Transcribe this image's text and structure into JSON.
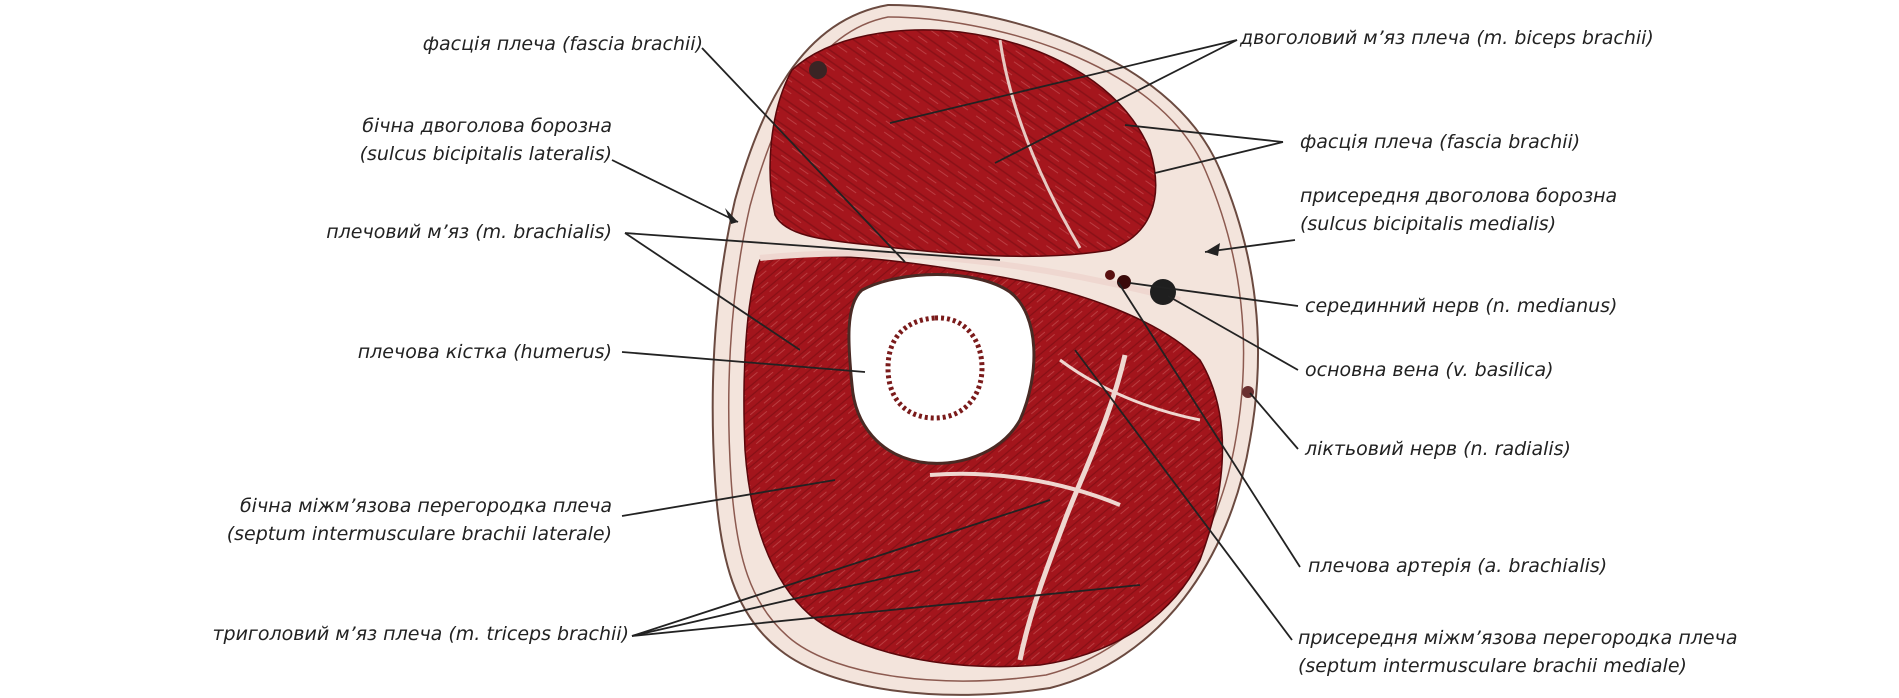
{
  "labels": {
    "fascia_left": "фасція плеча (fascia brachii)",
    "sulcus_lat_1": "бічна двоголова борозна",
    "sulcus_lat_2": "(sulcus bicipitalis lateralis)",
    "brachialis": "плечовий м’яз (m. brachialis)",
    "humerus": "плечова кістка (humerus)",
    "septum_lat_1": "бічна міжм’язова перегородка плеча",
    "septum_lat_2": "(septum intermusculare brachii laterale)",
    "triceps": "триголовий м’яз плеча (m. triceps brachii)",
    "biceps": "двоголовий м’яз плеча (m. biceps brachii)",
    "fascia_right": "фасція плеча (fascia brachii)",
    "sulcus_med_1": "присередня двоголова борозна",
    "sulcus_med_2": "(sulcus bicipitalis medialis)",
    "median_nerve": "серединний нерв (n. medianus)",
    "basilic_vein": "основна вена (v. basilica)",
    "ulnar_nerve": "ліктьовий нерв (n. radialis)",
    "brachial_artery": "плечова артерія (a. brachialis)",
    "septum_med_1": "присередня міжм’язова перегородка плеча",
    "septum_med_2": "(septum intermusculare brachii mediale)"
  },
  "colors": {
    "muscle": "#a5161d",
    "muscle_dark": "#7c0d13",
    "fascia": "#f3e4dc",
    "bone": "#ffffff",
    "line": "#222222"
  }
}
